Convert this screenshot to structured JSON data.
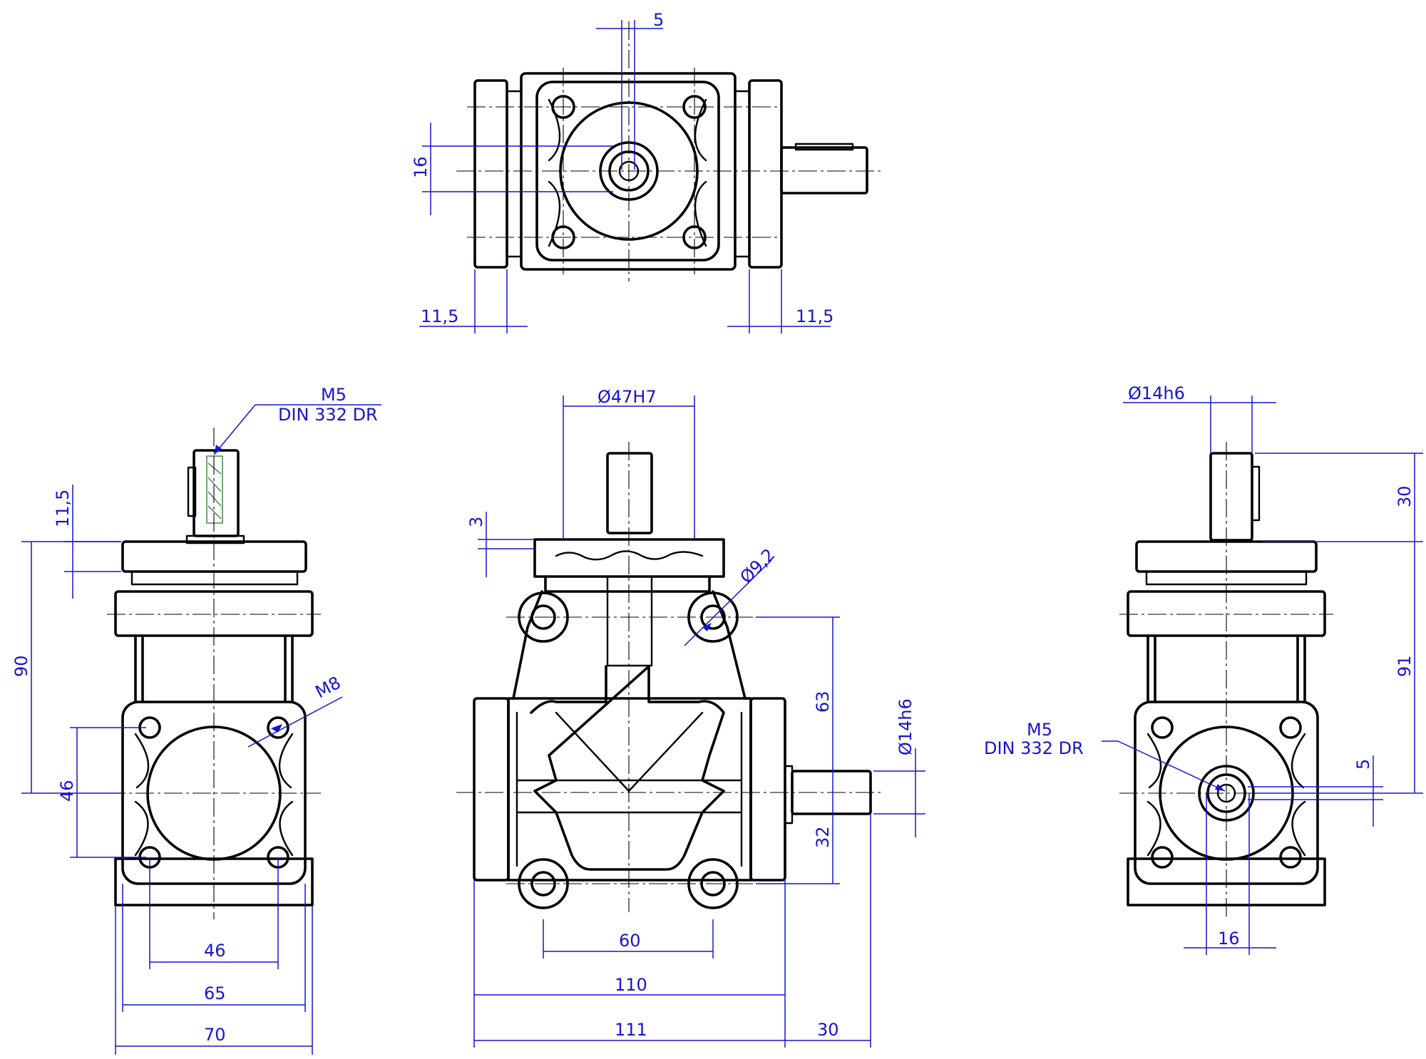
{
  "dimensions": {
    "top_keyway_width": "5",
    "top_shaft_height": "16",
    "top_left_flange": "11,5",
    "top_right_flange": "11,5",
    "left_thread_label_1": "M5",
    "left_thread_label_2": "DIN 332 DR",
    "left_flange_thickness": "11,5",
    "left_height_90": "90",
    "left_height_46": "46",
    "left_bolt_thread": "M8",
    "left_width_46": "46",
    "left_width_65": "65",
    "left_width_70": "70",
    "front_bore": "Ø47H7",
    "front_spigot": "3",
    "front_hole": "Ø9,2",
    "front_height_63": "63",
    "front_height_32": "32",
    "front_shaft_dia": "Ø14h6",
    "front_hole_pitch": "60",
    "front_width_110": "110",
    "front_width_111": "111",
    "front_shaft_length": "30",
    "right_shaft_dia": "Ø14h6",
    "right_shaft_length": "30",
    "right_height_91": "91",
    "right_thread_label_1": "M5",
    "right_thread_label_2": "DIN 332 DR",
    "right_keyway": "5",
    "right_width_16": "16"
  }
}
